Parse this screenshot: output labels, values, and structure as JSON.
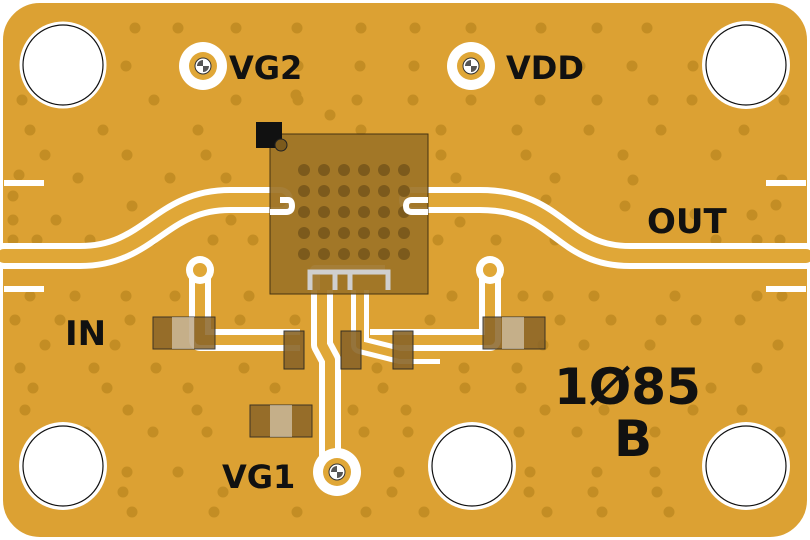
{
  "board": {
    "labels": {
      "vg2": "VG2",
      "vdd": "VDD",
      "out": "OUT",
      "in": "IN",
      "vg1": "VG1",
      "part_number": "1Ø85",
      "revision": "B"
    },
    "colors": {
      "substrate": "#dca133",
      "gold": "#e0a737",
      "via": "#c38d24",
      "trace": "#ffffff",
      "chip": "#9e7427",
      "chip_ball": "#7c5a1c",
      "component": "#8a6528",
      "silkscreen": "#111111"
    }
  }
}
